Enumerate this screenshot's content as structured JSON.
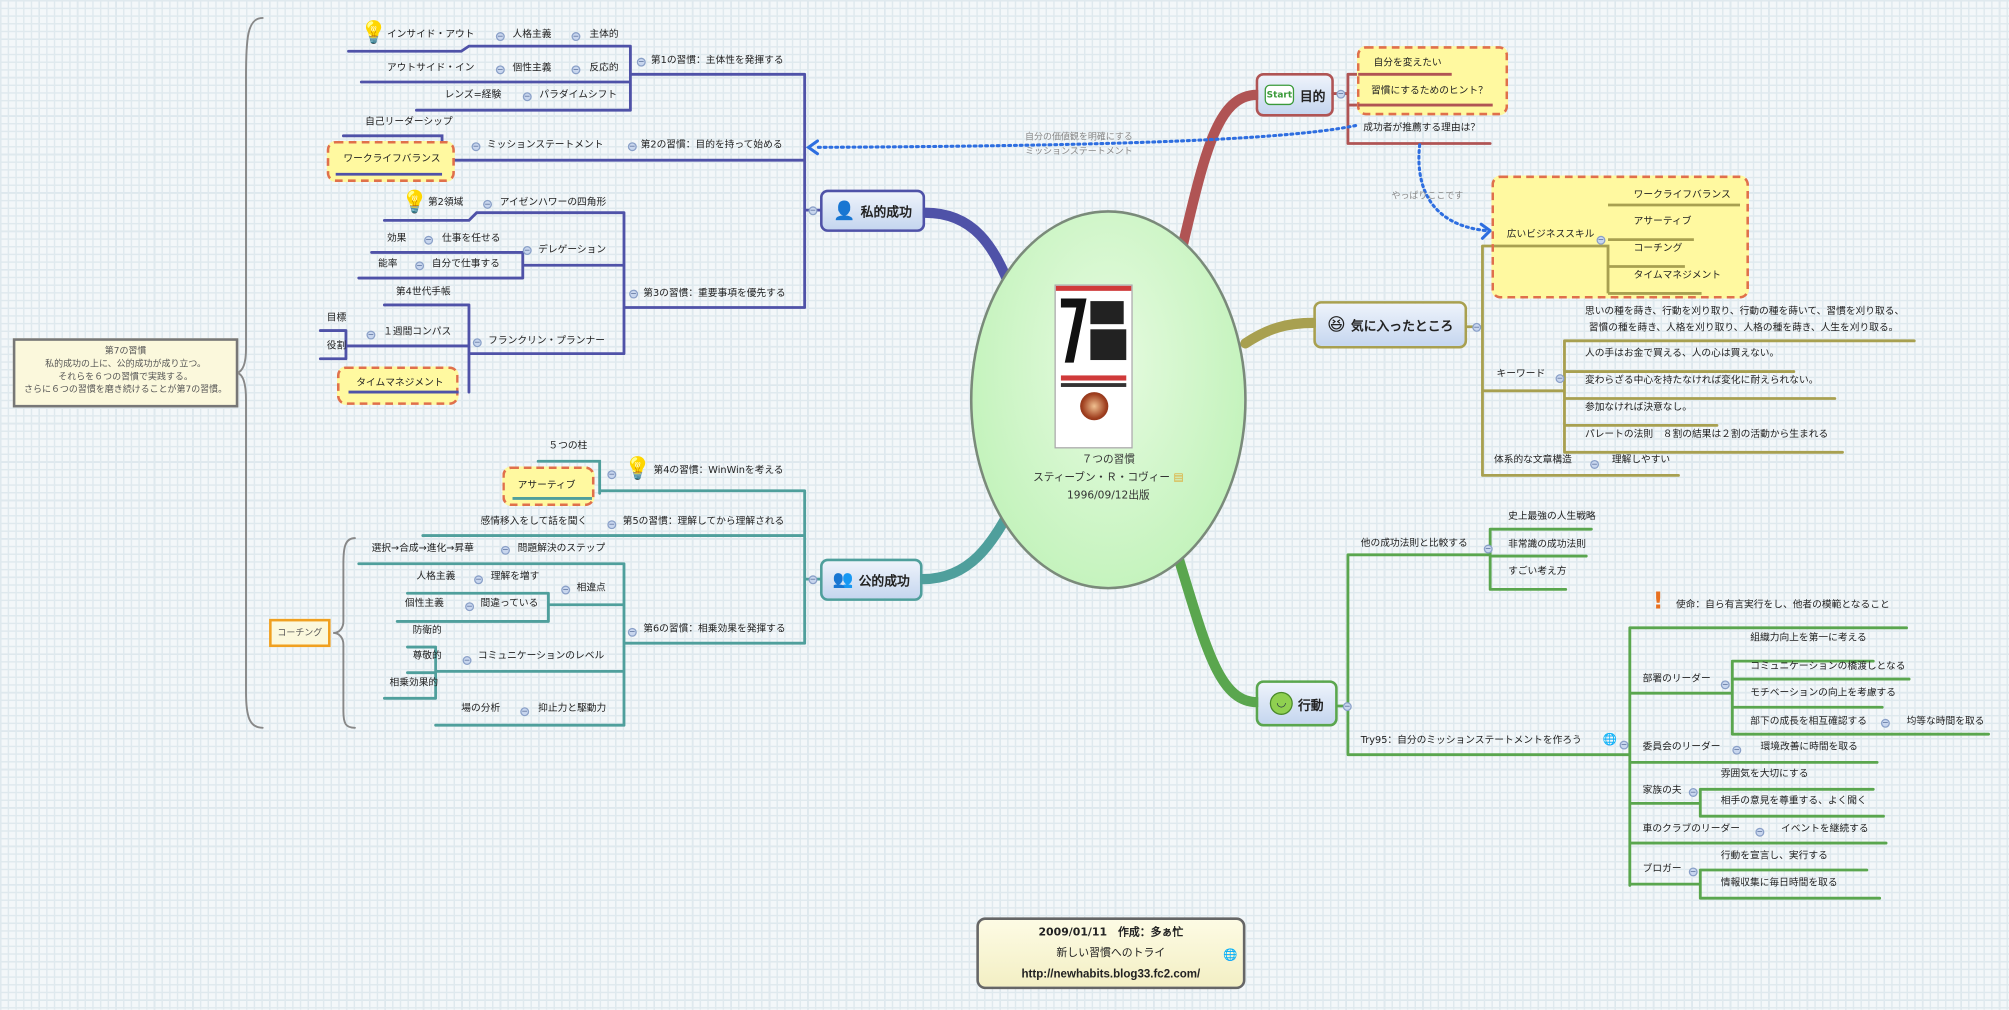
{
  "center": {
    "title": "７つの習慣",
    "author": "スティーブン・Ｒ・コヴィー",
    "published": "1996/09/12出版",
    "cover_lettering": "7つの習慣"
  },
  "habit7_note": {
    "title": "第7の習慣",
    "lines": [
      "私的成功の上に、公的成功が成り立つ。",
      "それらを６つの習慣で実践する。",
      "さらに６つの習慣を磨き続けることが第7の習慣。"
    ]
  },
  "coaching_label": "コーチング",
  "private": {
    "label": "私的成功",
    "h1": {
      "label": "第1の習慣：主体性を発揮する",
      "a1": "インサイド・アウト",
      "a2": "人格主義",
      "a3": "主体的",
      "b1": "アウトサイド・イン",
      "b2": "個性主義",
      "b3": "反応的",
      "c1": "レンズ=経験",
      "c2": "パラダイムシフト"
    },
    "h2": {
      "label": "第2の習慣：目的を持って始める",
      "mission": "ミッションステートメント",
      "self_lead": "自己リーダーシップ",
      "wlb": "ワークライフバランス",
      "link_label": [
        "自分の価値観を明確にする",
        "ミッションステートメント"
      ]
    },
    "h3": {
      "label": "第3の習慣：重要事項を優先する",
      "q2": "第2領域",
      "eisen": "アイゼンハワーの四角形",
      "effect": "効果",
      "delegate_task": "仕事を任せる",
      "efficiency": "能率",
      "self_work": "自分で仕事する",
      "delegation": "デレゲーション",
      "gen4": "第4世代手帳",
      "goal": "目標",
      "role": "役割",
      "compass": "１週間コンパス",
      "tm": "タイムマネジメント",
      "franklin": "フランクリン・プランナー"
    }
  },
  "public": {
    "label": "公的成功",
    "h4": {
      "label": "第4の習慣：WinWinを考える",
      "pillars": "５つの柱",
      "assertive": "アサーティブ"
    },
    "h5": {
      "label": "第5の習慣：理解してから理解される",
      "empathy": "感情移入をして話を聞く"
    },
    "h6": {
      "label": "第6の習慣：相乗効果を発揮する",
      "steps": "問題解決のステップ",
      "steps_seq": "選択→合成→進化→昇華",
      "diff": "相違点",
      "char": "人格主義",
      "understand": "理解を増す",
      "pers": "個性主義",
      "wrong": "間違っている",
      "comm": "コミュニケーションのレベル",
      "defensive": "防衛的",
      "respect": "尊敬的",
      "synergy": "相乗効果的",
      "field": "場の分析",
      "forces": "抑止力と駆動力"
    }
  },
  "purpose": {
    "label": "目的",
    "start_icon": "Start",
    "items": [
      "自分を変えたい",
      "習慣にするためのヒント？",
      "成功者が推薦する理由は？"
    ],
    "link_label": "やっぱりここです"
  },
  "favorites": {
    "label": "気に入ったところ",
    "skills": {
      "label": "広いビジネススキル",
      "items": [
        "ワークライフバランス",
        "アサーティブ",
        "コーチング",
        "タイムマネジメント"
      ]
    },
    "keywords": {
      "label": "キーワード",
      "items": [
        "思いの種を蒔き、行動を刈り取り、行動の種を蒔いて、習慣を刈り取る、",
        "習慣の種を蒔き、人格を刈り取り、人格の種を蒔き、人生を刈り取る。",
        "人の手はお金で買える、人の心は買えない。",
        "変わらざる中心を持たなければ変化に耐えられない。",
        "参加なければ決意なし。",
        "パレートの法則　８割の結果は２割の活動から生まれる"
      ]
    },
    "structure": {
      "label": "体系的な文章構造",
      "child": "理解しやすい"
    }
  },
  "action": {
    "label": "行動",
    "compare": {
      "label": "他の成功法則と比較する",
      "items": [
        "史上最強の人生戦略",
        "非常識の成功法則",
        "すごい考え方"
      ]
    },
    "try95": {
      "label": "Try95：自分のミッションステートメントを作ろう",
      "mission": "使命：自ら有言実行をし、他者の模範となること",
      "dept": {
        "label": "部署のリーダー",
        "items": [
          "組織力向上を第一に考える",
          "コミュニケーションの橋渡しとなる",
          "モチベーションの向上を考慮する",
          "部下の成長を相互確認する"
        ],
        "sub": "均等な時間を取る"
      },
      "committee": {
        "label": "委員会のリーダー",
        "child": "環境改善に時間を取る"
      },
      "husband": {
        "label": "家族の夫",
        "items": [
          "雰囲気を大切にする",
          "相手の意見を尊重する、よく聞く"
        ]
      },
      "club": {
        "label": "車のクラブのリーダー",
        "child": "イベントを継続する"
      },
      "blogger": {
        "label": "ブロガー",
        "items": [
          "行動を宣言し、実行する",
          "情報収集に毎日時間を取る"
        ]
      }
    }
  },
  "footer": {
    "line1": "2009/01/11　作成：多ぁ忙",
    "line2": "新しい習慣へのトライ",
    "url": "http://newhabits.blog33.fc2.com/"
  },
  "colors": {
    "private": "#4f52a8",
    "public": "#4f9f9c",
    "purpose": "#b05454",
    "favorites": "#a8a050",
    "action": "#5aa64e",
    "link": "#2e6ee0",
    "highlight": "#fff9a0",
    "highlight_border": "#e0704a"
  }
}
